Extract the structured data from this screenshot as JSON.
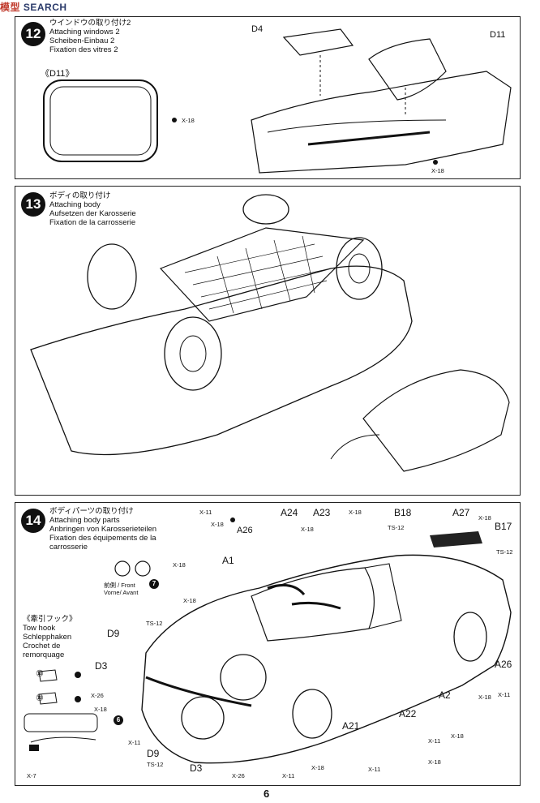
{
  "watermark": {
    "part_a": "模型",
    "part_b": "SEARCH"
  },
  "steps": [
    {
      "number": "12",
      "title_jp": "ウインドウの取り付け2",
      "title_en": "Attaching windows 2",
      "title_de": "Scheiben-Einbau 2",
      "title_fr": "Fixation des vitres 2",
      "labels": {
        "d11_box": "《D11》",
        "d4": "D4",
        "d11": "D11",
        "x18_a": "X-18",
        "x18_b": "X-18"
      }
    },
    {
      "number": "13",
      "title_jp": "ボディの取り付け",
      "title_en": "Attaching body",
      "title_de": "Aufsetzen der Karosserie",
      "title_fr": "Fixation de la carrosserie"
    },
    {
      "number": "14",
      "title_jp": "ボディパーツの取り付け",
      "title_en": "Attaching body parts",
      "title_de": "Anbringen von Karosserieteilen",
      "title_fr_1": "Fixation des équipements de la",
      "title_fr_2": "carrosserie",
      "front_jp": "前側 / Front",
      "front_de": "Vorne/ Avant",
      "tow_jp": "《牽引フック》",
      "tow_en": "Tow hook",
      "tow_de": "Schlepphaken",
      "tow_fr_1": "Crochet de",
      "tow_fr_2": "remorquage",
      "labels": {
        "x11_top": "X-11",
        "x18_top": "X-18",
        "a26_top": "A26",
        "a24": "A24",
        "a23": "A23",
        "x18_mid": "X-18",
        "b18": "B18",
        "a27": "A27",
        "b17": "B17",
        "ts12_tr": "TS-12",
        "x18_tr": "X-18",
        "ts12_r": "TS-12",
        "x18_left": "X-18",
        "a1": "A1",
        "x18_w": "X-18",
        "d9_top": "D9",
        "ts12_l": "TS-12",
        "d3_top": "D3",
        "x26_l": "X-26",
        "x18_l2": "X-18",
        "x11_l": "X-11",
        "d9_bot": "D9",
        "ts12_b": "TS-12",
        "d3_bot": "D3",
        "x26_b": "X-26",
        "x11_b": "X-11",
        "x18_b": "X-18",
        "a21": "A21",
        "x11_a21": "X-11",
        "a22": "A22",
        "x11_a22": "X-11",
        "x18_a22": "X-18",
        "a2": "A2",
        "x18_a2": "X-18",
        "a26_r": "A26",
        "x18_r": "X-18",
        "x11_r": "X-11",
        "x7": "X-7",
        "n6": "6",
        "n7": "7",
        "n10a": "⑩",
        "n10b": "⑩"
      }
    }
  ],
  "page_number": "6"
}
